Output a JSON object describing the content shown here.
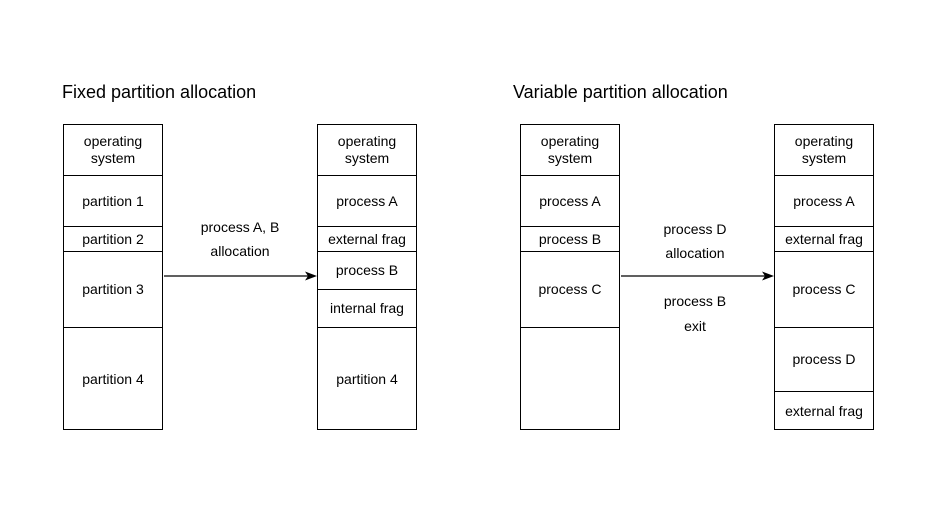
{
  "fixed": {
    "title": "Fixed partition allocation",
    "before": [
      "operating\nsystem",
      "partition 1",
      "partition 2",
      "partition 3",
      "partition 4"
    ],
    "arrow_label_1": "process A, B",
    "arrow_label_2": "allocation",
    "after": [
      "operating\nsystem",
      "process A",
      "external frag",
      "process B",
      "internal frag",
      "partition 4"
    ]
  },
  "variable": {
    "title": "Variable partition allocation",
    "before": [
      "operating\nsystem",
      "process A",
      "process B",
      "process C",
      ""
    ],
    "arrow_label_1": "process D",
    "arrow_label_2": "allocation",
    "arrow_label_3": "process B",
    "arrow_label_4": "exit",
    "after": [
      "operating\nsystem",
      "process A",
      "external frag",
      "process C",
      "process D",
      "external frag"
    ]
  }
}
